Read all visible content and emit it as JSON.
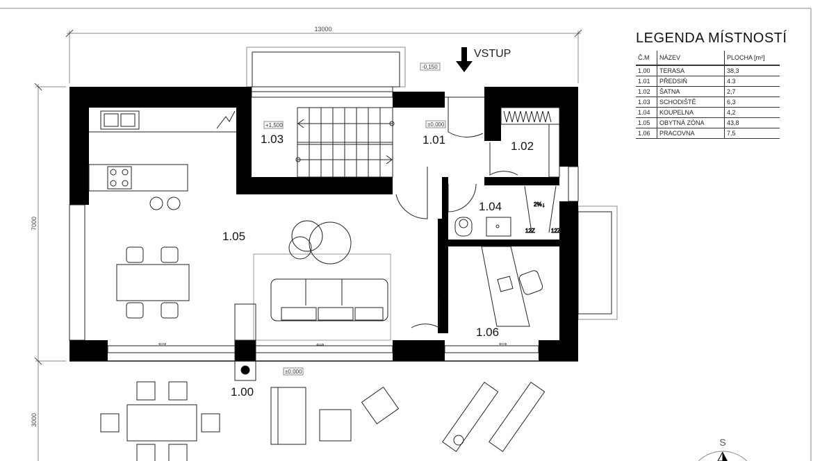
{
  "dimensions": {
    "width_total": "13000",
    "depth_house": "7000",
    "depth_terrace": "3000"
  },
  "levels": {
    "entrance": "-0,150",
    "stairs": "+1,500",
    "hall": "±0,000",
    "terrace": "±0,000"
  },
  "entrance_label": "VSTUP",
  "compass_label": "S",
  "bathroom_marks": {
    "slope": "2%",
    "left": "12Z",
    "right": "12Z"
  },
  "rooms": {
    "r100": "1.00",
    "r101": "1.01",
    "r102": "1.02",
    "r103": "1.03",
    "r104": "1.04",
    "r105": "1.05",
    "r106": "1.06"
  },
  "legend": {
    "title": "LEGENDA MÍSTNOSTÍ",
    "headers": [
      "Č.M",
      "NÁZEV",
      "PLOCHA [m²]"
    ],
    "rows": [
      [
        "1.00",
        "TERASA",
        "38,3"
      ],
      [
        "1.01",
        "PŘEDSIŇ",
        "4.3"
      ],
      [
        "1.02",
        "ŠATNA",
        "2,7"
      ],
      [
        "1.03",
        "SCHODIŠTĚ",
        "6,3"
      ],
      [
        "1.04",
        "KOUPELNA",
        "4,2"
      ],
      [
        "1.05",
        "OBYTNÁ ZÓNA",
        "43,8"
      ],
      [
        "1.06",
        "PRACOVNA",
        "7,5"
      ]
    ]
  }
}
